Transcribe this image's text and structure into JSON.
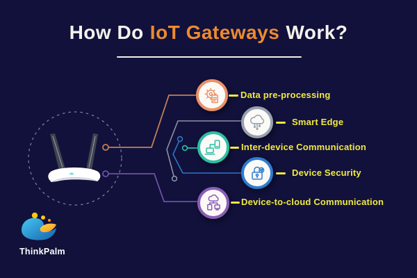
{
  "title": {
    "prefix": "How Do",
    "highlight": "IoT Gateways",
    "suffix": "Work?"
  },
  "items": [
    {
      "label": "Data pre-processing",
      "icon": "gear-document-icon",
      "color": "#ea9168",
      "line_color": "#c57f58"
    },
    {
      "label": "Smart Edge",
      "icon": "smart-cloud-icon",
      "color": "#98a1b0",
      "line_color": "#8a93a4"
    },
    {
      "label": "Inter-device Communication",
      "icon": "devices-sync-icon",
      "color": "#2ebfa5",
      "line_color": "#2cbfa4"
    },
    {
      "label": "Device Security",
      "icon": "padlock-icon",
      "color": "#2e7cd0",
      "line_color": "#2d77c9"
    },
    {
      "label": "Device-to-cloud Communication",
      "icon": "cloud-network-icon",
      "color": "#8a5fb5",
      "line_color": "#6e51a5"
    }
  ],
  "colors": {
    "background": "#11113b",
    "title_text": "#f4f2ec",
    "title_highlight": "#ee8a2e",
    "label_text": "#f2e93f",
    "label_dash": "#f2e93f",
    "dashed_circle": "#a9aec6",
    "router_body": "#ffffff",
    "router_led": "#59e0e8"
  },
  "logo": {
    "text": "ThinkPalm",
    "icon": "thinkpalm-palm-wave-logo",
    "blue_start": "#45c6f2",
    "blue_end": "#1663ae",
    "yellow_start": "#ffd84a",
    "yellow_end": "#f7941d"
  }
}
